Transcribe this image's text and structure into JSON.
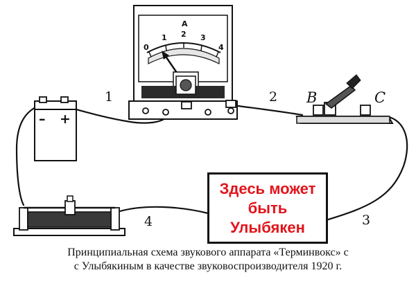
{
  "ammeter": {
    "letter": "A",
    "scale_ticks": [
      "0",
      "1",
      "2",
      "3",
      "4"
    ]
  },
  "wire_labels": [
    "1",
    "2",
    "3",
    "4"
  ],
  "switch_terminals": {
    "left": "B",
    "right": "C"
  },
  "battery": {
    "minus": "–",
    "plus": "+"
  },
  "placeholder": {
    "line1": "Здесь может",
    "line2": "быть",
    "line3": "Улыбякен",
    "text_color": "#e3141b"
  },
  "caption": {
    "line1": "Принципиальная схема звукового аппарата «Терминвокс» с",
    "line2": "с Улыбякиным в качестве звуковоспроизводителя 1920 г."
  }
}
